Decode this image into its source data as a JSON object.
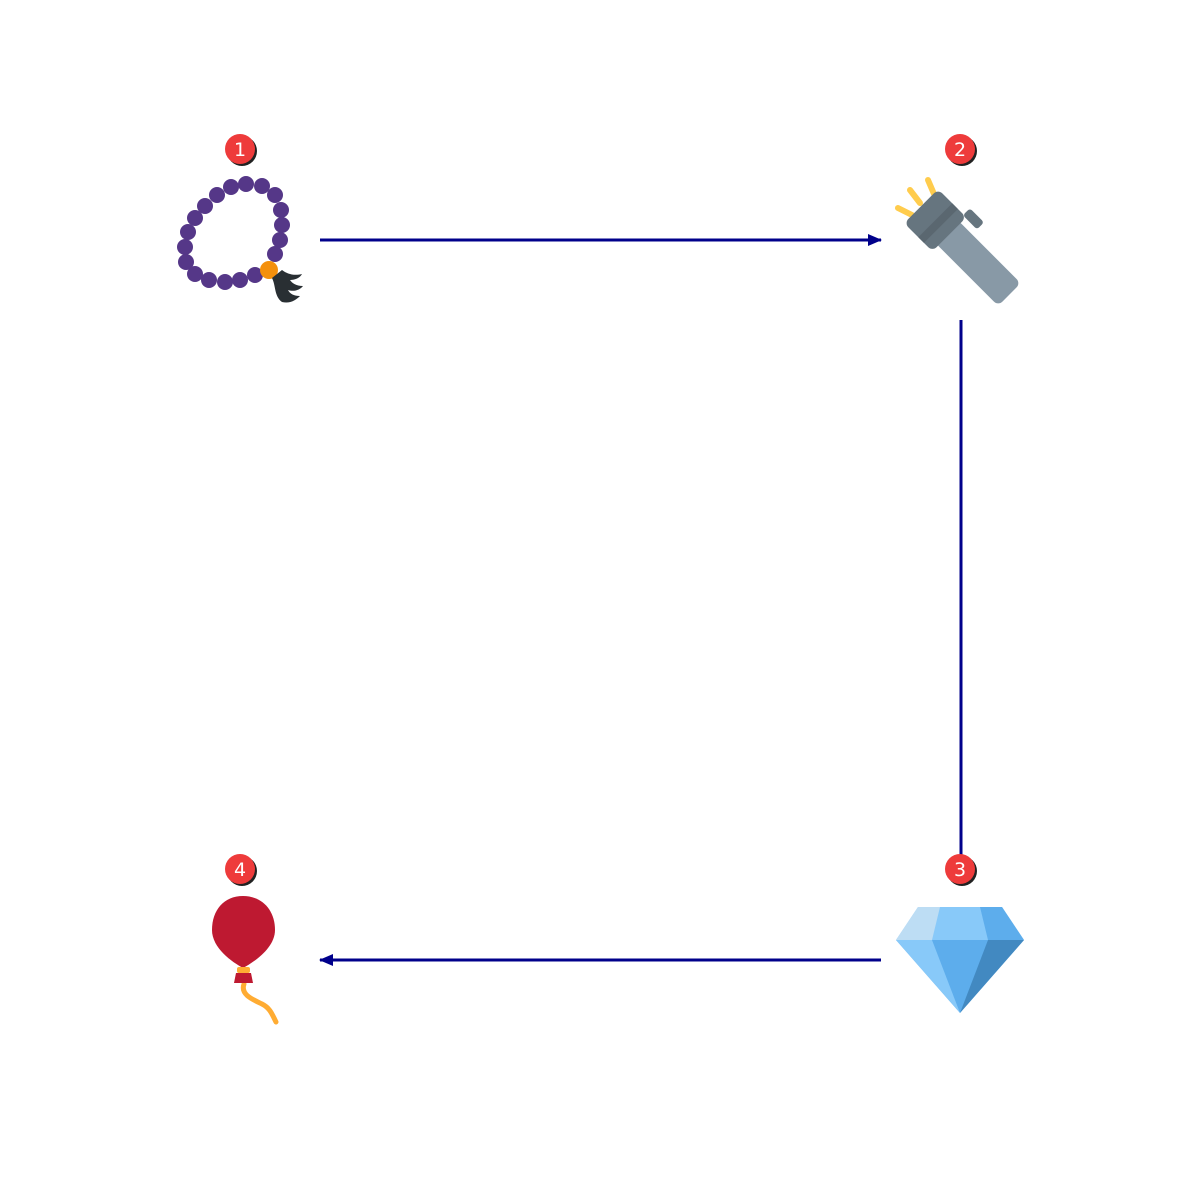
{
  "colors": {
    "background": "#ffffff",
    "arrow": "#00008b",
    "badge_fill": "#ee3b3b",
    "badge_shadow": "#222222",
    "badge_text": "#ffffff"
  },
  "nodes": [
    {
      "id": "node-1",
      "badge": "1",
      "icon": "prayer-beads-icon"
    },
    {
      "id": "node-2",
      "badge": "2",
      "icon": "flashlight-icon"
    },
    {
      "id": "node-3",
      "badge": "3",
      "icon": "gem-stone-icon"
    },
    {
      "id": "node-4",
      "badge": "4",
      "icon": "balloon-icon"
    }
  ],
  "edges": [
    {
      "from": "node-1",
      "to": "node-2",
      "arrowhead": true
    },
    {
      "from": "node-2",
      "to": "node-3",
      "arrowhead": false
    },
    {
      "from": "node-3",
      "to": "node-4",
      "arrowhead": true
    }
  ]
}
